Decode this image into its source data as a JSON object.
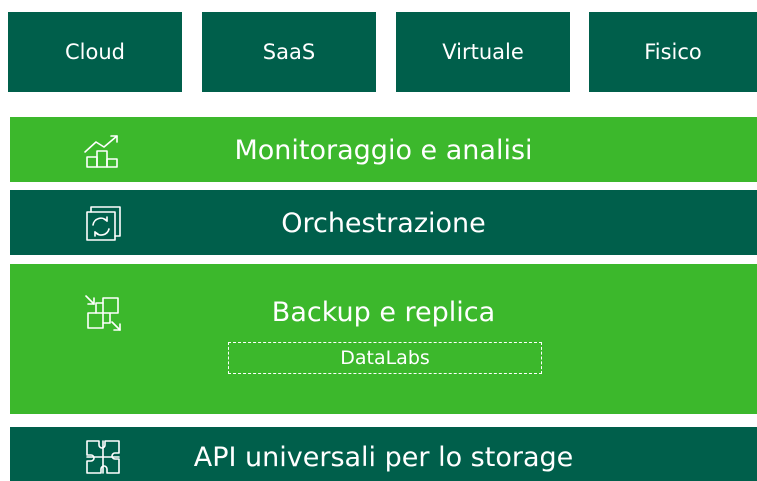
{
  "workloads": [
    "Cloud",
    "SaaS",
    "Virtuale",
    "Fisico"
  ],
  "layers": {
    "monitoring": {
      "label": "Monitoraggio e analisi",
      "icon": "monitoring-chart-icon"
    },
    "orchestration": {
      "label": "Orchestrazione",
      "icon": "orchestration-icon"
    },
    "backup": {
      "label": "Backup e replica",
      "icon": "backup-replica-icon",
      "sublabel": "DataLabs"
    },
    "storage": {
      "label": "API universali per lo storage",
      "icon": "puzzle-icon"
    }
  },
  "colors": {
    "dark_green": "#005f4b",
    "bright_green": "#3cb82c",
    "text": "#ffffff"
  }
}
